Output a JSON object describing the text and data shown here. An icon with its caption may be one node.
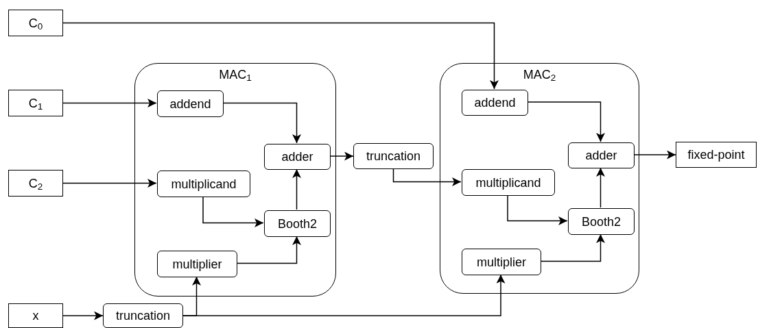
{
  "diagram": {
    "nodes": [
      {
        "text": [
          "C$_{0}$"
        ]
      },
      {
        "text": [
          "C$_{1}$"
        ]
      },
      {
        "text": [
          "C$_{2}$"
        ]
      },
      {
        "text": [
          "x"
        ]
      },
      {
        "text": [
          "truncation"
        ]
      },
      {
        "text": [
          "MAC$_{1}$"
        ]
      },
      {
        "text": [
          "addend"
        ],
        "in": 5
      },
      {
        "text": [
          "adder"
        ],
        "in": 5
      },
      {
        "text": [
          "multiplicand"
        ],
        "in": 5
      },
      {
        "text": [
          "Booth2"
        ],
        "in": 5
      },
      {
        "text": [
          "multiplier"
        ],
        "in": 5
      },
      {
        "text": [
          "truncation"
        ]
      },
      {
        "text": [
          "MAC$_{2}$"
        ]
      },
      {
        "text": [
          "addend"
        ],
        "in": 12
      },
      {
        "text": [
          "adder"
        ],
        "in": 12
      },
      {
        "text": [
          "multiplicand"
        ],
        "in": 12
      },
      {
        "text": [
          "Booth2"
        ],
        "in": 12
      },
      {
        "text": [
          "multiplier"
        ],
        "in": 12
      },
      {
        "text": [
          "fixed-point"
        ]
      }
    ],
    "edges": [
      {
        "from": 0,
        "to": 13,
        "arrow": "to"
      },
      {
        "from": 1,
        "to": 6,
        "arrow": "to"
      },
      {
        "from": 2,
        "to": 8,
        "arrow": "to"
      },
      {
        "from": 3,
        "to": 4,
        "arrow": "to"
      },
      {
        "from": 4,
        "to": 10,
        "arrow": "to"
      },
      {
        "from": 4,
        "to": 17,
        "arrow": "to"
      },
      {
        "from": 6,
        "to": 7,
        "arrow": "to"
      },
      {
        "from": 7,
        "to": 11,
        "arrow": "to"
      },
      {
        "from": 8,
        "to": 9,
        "arrow": "to"
      },
      {
        "from": 9,
        "to": 7,
        "arrow": "to"
      },
      {
        "from": 10,
        "to": 9,
        "arrow": "to"
      },
      {
        "from": 11,
        "to": 15,
        "arrow": "to"
      },
      {
        "from": 13,
        "to": 14,
        "arrow": "to"
      },
      {
        "from": 15,
        "to": 16,
        "arrow": "to"
      },
      {
        "from": 16,
        "to": 14,
        "arrow": "to"
      },
      {
        "from": 17,
        "to": 16,
        "arrow": "to"
      },
      {
        "from": 14,
        "to": 18,
        "arrow": "to"
      }
    ]
  }
}
